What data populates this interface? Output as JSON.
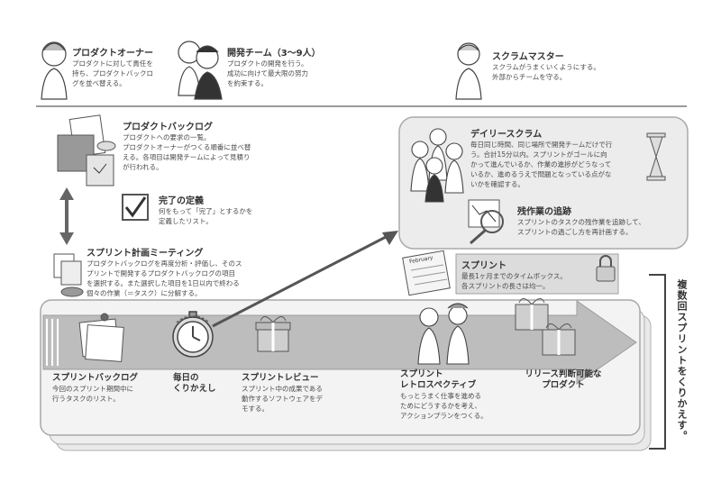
{
  "roles": [
    {
      "title": "プロダクトオーナー",
      "desc_lines": [
        "プロダクトに対して責任を",
        "持ち、プロダクトバックロ",
        "グを並べ替える。"
      ]
    },
    {
      "title": "開発チーム（3～9人）",
      "desc_lines": [
        "プロダクトの開発を行う。",
        "成功に向けて最大限の努力",
        "を約束する。"
      ]
    },
    {
      "title": "スクラムマスター",
      "desc_lines": [
        "スクラムがうまくいくようにする。",
        "外部からチームを守る。"
      ]
    }
  ],
  "product_backlog": {
    "title": "プロダクトバックログ",
    "desc_lines": [
      "プロダクトへの要求の一覧。",
      "プロダクトオーナーがつくる順番に並べ替",
      "える。各項目は開発チームによって見積り",
      "が行われる。"
    ]
  },
  "definition_of_done": {
    "title": "完了の定義",
    "desc_lines": [
      "何をもって「完了」とするかを",
      "定義したリスト。"
    ]
  },
  "sprint_planning": {
    "title": "スプリント計画ミーティング",
    "desc_lines": [
      "プロダクトバックログを再度分析・評価し、そのス",
      "プリントで開発するプロダクトバックログの項目",
      "を選択する。また選択した項目を1日以内で終わる",
      "個々の作業（＝タスク）に分解する。"
    ]
  },
  "daily_scrum": {
    "title": "デイリースクラム",
    "desc_lines": [
      "毎日同じ時間、同じ場所で開発チームだけで行",
      "う。合計15分以内。スプリントがゴールに向",
      "かって進んでいるか、作業の進捗がどうなって",
      "いるか、進めるうえで問題となっている点がな",
      "いかを確認する。"
    ]
  },
  "burndown": {
    "title": "残作業の追跡",
    "desc_lines": [
      "スプリントのタスクの残作業を追跡して、",
      "スプリントの過ごし方を再計画する。"
    ]
  },
  "sprint": {
    "title": "スプリント",
    "desc_lines": [
      "最長1ヶ月までのタイムボックス。",
      "各スプリントの長さは均一。"
    ]
  },
  "calendar_label": "February",
  "lane": {
    "sprint_backlog": {
      "title": "スプリントバックログ",
      "desc_lines": [
        "今回のスプリント期間中に",
        "行うタスクのリスト。"
      ]
    },
    "daily": {
      "title_lines": [
        "毎日の",
        "くりかえし"
      ]
    },
    "review": {
      "title": "スプリントレビュー",
      "desc_lines": [
        "スプリント中の成果である",
        "動作するソフトウェアをデ",
        "モする。"
      ]
    },
    "retro": {
      "title_lines": [
        "スプリント",
        "レトロスペクティブ"
      ],
      "desc_lines": [
        "もっとうまく仕事を進める",
        "ためにどうするかを考え、",
        "アクションプランをつくる。"
      ]
    },
    "release": {
      "title_lines": [
        "リリース判断可能な",
        "プロダクト"
      ]
    }
  },
  "repeat_label": "複数回スプリントをくりかえす。"
}
